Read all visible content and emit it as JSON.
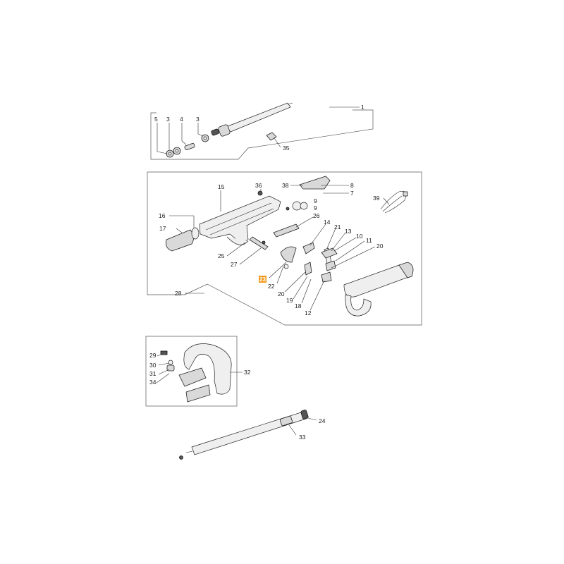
{
  "highlighted_part": "23",
  "colors": {
    "highlight": "#f39a1e",
    "line": "#2a2a2a"
  },
  "labels": {
    "l1": "1",
    "l3a": "3",
    "l3b": "3",
    "l4": "4",
    "l5": "5",
    "l35": "35",
    "l36": "36",
    "l38": "38",
    "l8": "8",
    "l7": "7",
    "l15": "15",
    "l39": "39",
    "l9a": "9",
    "l9b": "9",
    "l16": "16",
    "l26": "26",
    "l17": "17",
    "l14": "14",
    "l21": "21",
    "l13": "13",
    "l10": "10",
    "l11": "11",
    "l20a": "20",
    "l25": "25",
    "l27": "27",
    "l23": "23",
    "l22": "22",
    "l20b": "20",
    "l19": "19",
    "l18": "18",
    "l12": "12",
    "l28": "28",
    "l29": "29",
    "l30": "30",
    "l31": "31",
    "l34": "34",
    "l32": "32",
    "l24": "24",
    "l33": "33"
  }
}
